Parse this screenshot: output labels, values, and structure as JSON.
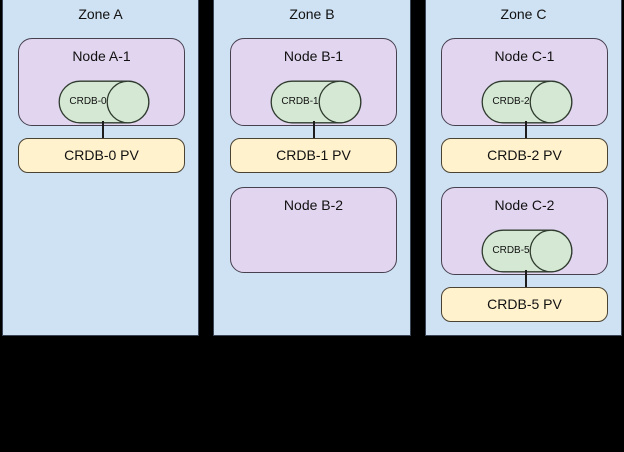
{
  "diagram": {
    "background_color": "#000000",
    "zone_fill": "#cfe2f3",
    "node_fill": "#e1d5f0",
    "db_fill": "#d5e8d4",
    "pv_fill": "#fff2cc",
    "stroke": "#3b4556"
  },
  "zones": [
    {
      "id": "zone-a",
      "title": "Zone A",
      "nodes": [
        {
          "id": "node-a-1",
          "title": "Node A-1",
          "database": {
            "id": "crdb-0",
            "label": "CRDB-0"
          },
          "volume": {
            "id": "crdb-0-pv",
            "label": "CRDB-0 PV"
          }
        }
      ]
    },
    {
      "id": "zone-b",
      "title": "Zone B",
      "nodes": [
        {
          "id": "node-b-1",
          "title": "Node B-1",
          "database": {
            "id": "crdb-1",
            "label": "CRDB-1"
          },
          "volume": {
            "id": "crdb-1-pv",
            "label": "CRDB-1 PV"
          }
        },
        {
          "id": "node-b-2",
          "title": "Node B-2",
          "database": null,
          "volume": null
        }
      ]
    },
    {
      "id": "zone-c",
      "title": "Zone C",
      "nodes": [
        {
          "id": "node-c-1",
          "title": "Node C-1",
          "database": {
            "id": "crdb-2",
            "label": "CRDB-2"
          },
          "volume": {
            "id": "crdb-2-pv",
            "label": "CRDB-2 PV"
          }
        },
        {
          "id": "node-c-2",
          "title": "Node C-2",
          "database": {
            "id": "crdb-5",
            "label": "CRDB-5"
          },
          "volume": {
            "id": "crdb-5-pv",
            "label": "CRDB-5 PV"
          }
        }
      ]
    }
  ]
}
